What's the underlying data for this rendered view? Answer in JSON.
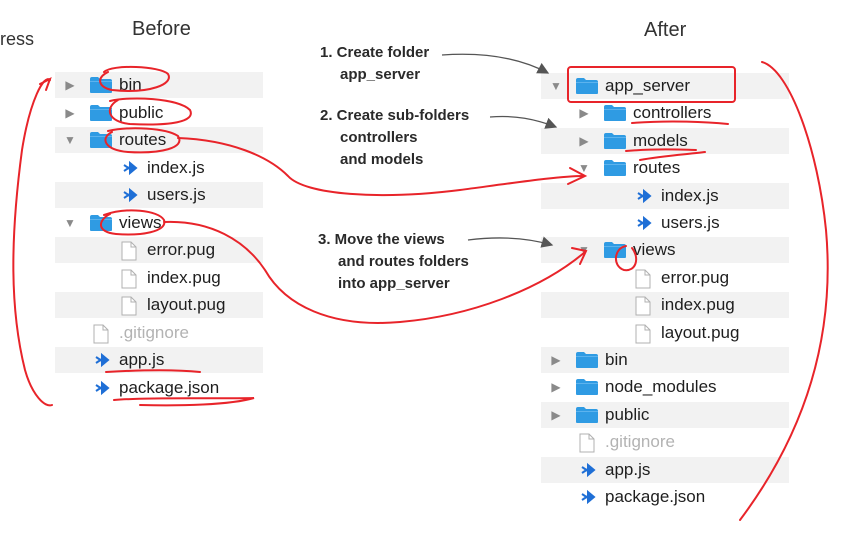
{
  "cut_text": "ress",
  "before": {
    "title": "Before",
    "items": [
      {
        "label": "bin",
        "type": "folder",
        "twisty": "closed",
        "depth": 0
      },
      {
        "label": "public",
        "type": "folder",
        "twisty": "closed",
        "depth": 0
      },
      {
        "label": "routes",
        "type": "folder",
        "twisty": "open",
        "depth": 0
      },
      {
        "label": "index.js",
        "type": "js",
        "twisty": "",
        "depth": 1
      },
      {
        "label": "users.js",
        "type": "js",
        "twisty": "",
        "depth": 1
      },
      {
        "label": "views",
        "type": "folder",
        "twisty": "open",
        "depth": 0
      },
      {
        "label": "error.pug",
        "type": "file",
        "twisty": "",
        "depth": 1
      },
      {
        "label": "index.pug",
        "type": "file",
        "twisty": "",
        "depth": 1
      },
      {
        "label": "layout.pug",
        "type": "file",
        "twisty": "",
        "depth": 1
      },
      {
        "label": ".gitignore",
        "type": "file",
        "twisty": "",
        "depth": 0,
        "dim": true
      },
      {
        "label": "app.js",
        "type": "js",
        "twisty": "",
        "depth": 0
      },
      {
        "label": "package.json",
        "type": "js",
        "twisty": "",
        "depth": 0
      }
    ]
  },
  "after": {
    "title": "After",
    "items": [
      {
        "label": "app_server",
        "type": "folder",
        "twisty": "open",
        "depth": 0
      },
      {
        "label": "controllers",
        "type": "folder",
        "twisty": "closed",
        "depth": 1
      },
      {
        "label": "models",
        "type": "folder",
        "twisty": "closed",
        "depth": 1
      },
      {
        "label": "routes",
        "type": "folder",
        "twisty": "open",
        "depth": 1
      },
      {
        "label": "index.js",
        "type": "js",
        "twisty": "",
        "depth": 2
      },
      {
        "label": "users.js",
        "type": "js",
        "twisty": "",
        "depth": 2
      },
      {
        "label": "views",
        "type": "folder",
        "twisty": "open",
        "depth": 1
      },
      {
        "label": "error.pug",
        "type": "file",
        "twisty": "",
        "depth": 2
      },
      {
        "label": "index.pug",
        "type": "file",
        "twisty": "",
        "depth": 2
      },
      {
        "label": "layout.pug",
        "type": "file",
        "twisty": "",
        "depth": 2
      },
      {
        "label": "bin",
        "type": "folder",
        "twisty": "closed",
        "depth": 0
      },
      {
        "label": "node_modules",
        "type": "folder",
        "twisty": "closed",
        "depth": 0
      },
      {
        "label": "public",
        "type": "folder",
        "twisty": "closed",
        "depth": 0
      },
      {
        "label": ".gitignore",
        "type": "file",
        "twisty": "",
        "depth": 0,
        "dim": true
      },
      {
        "label": "app.js",
        "type": "js",
        "twisty": "",
        "depth": 0
      },
      {
        "label": "package.json",
        "type": "js",
        "twisty": "",
        "depth": 0
      }
    ]
  },
  "steps": [
    {
      "lines": [
        "1. Create folder",
        "app_server"
      ]
    },
    {
      "lines": [
        "2. Create sub-folders",
        "controllers",
        "and models"
      ]
    },
    {
      "lines": [
        "3. Move the views",
        "and routes folders",
        "into app_server"
      ]
    }
  ],
  "colors": {
    "folder": "#2f9be3",
    "js_icon": "#1f6fd6",
    "annotation": "#e8242a",
    "arrow": "#555555"
  }
}
